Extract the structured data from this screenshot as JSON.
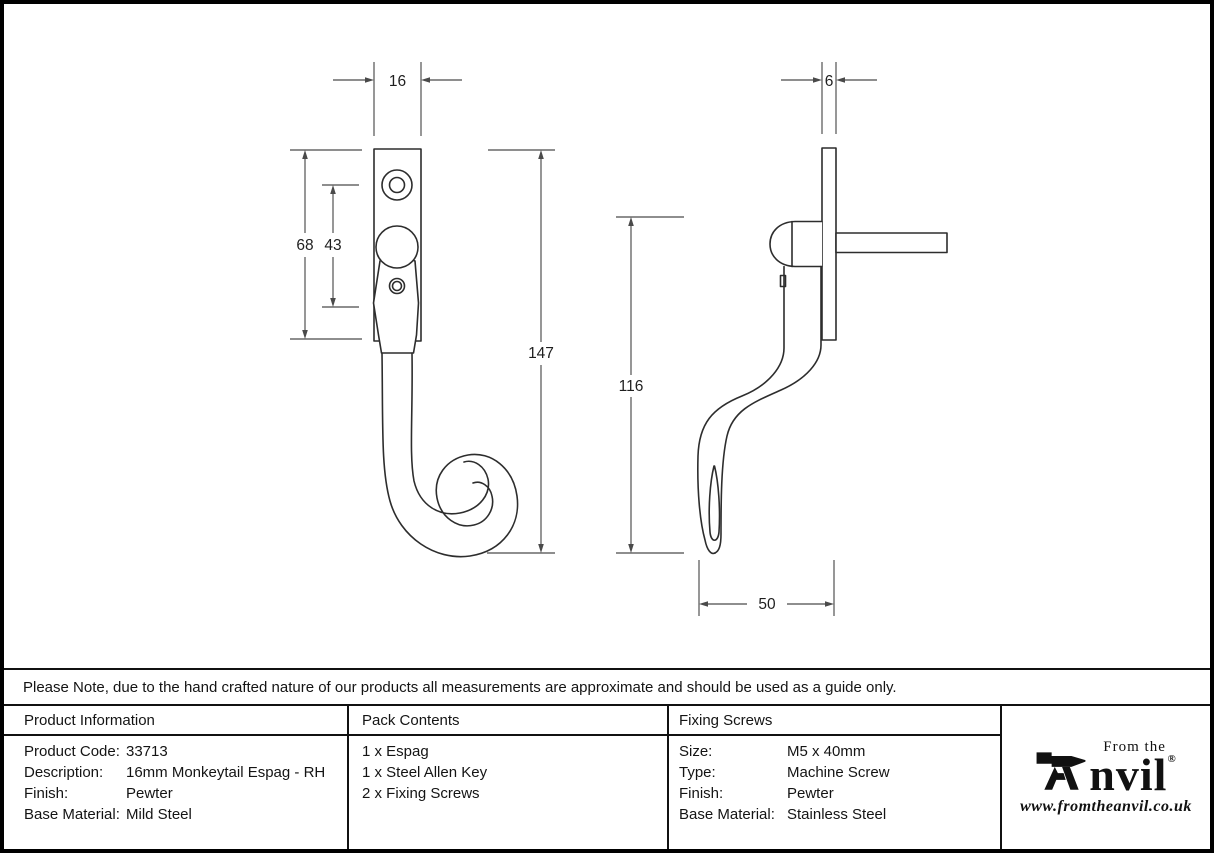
{
  "drawing": {
    "front_view": {
      "dimensions": {
        "plate_width": "16",
        "backplate_height": "68",
        "hole_spacing": "43",
        "overall_height": "147"
      }
    },
    "side_view": {
      "dimensions": {
        "plate_thickness": "6",
        "handle_drop": "116",
        "projection": "50"
      }
    }
  },
  "note": {
    "text": "Please Note, due to the hand crafted nature of our products all measurements are approximate and should be used as a guide only."
  },
  "table": {
    "product_information": {
      "header": "Product Information",
      "rows": [
        {
          "label": "Product Code:",
          "value": "33713"
        },
        {
          "label": "Description:",
          "value": "16mm Monkeytail Espag - RH"
        },
        {
          "label": "Finish:",
          "value": "Pewter"
        },
        {
          "label": "Base Material:",
          "value": "Mild Steel"
        }
      ]
    },
    "pack_contents": {
      "header": "Pack Contents",
      "items": [
        "1 x Espag",
        "1 x Steel Allen Key",
        "2 x Fixing Screws"
      ]
    },
    "fixing_screws": {
      "header": "Fixing Screws",
      "rows": [
        {
          "label": "Size:",
          "value": "M5 x 40mm"
        },
        {
          "label": "Type:",
          "value": "Machine Screw"
        },
        {
          "label": "Finish:",
          "value": "Pewter"
        },
        {
          "label": "Base Material:",
          "value": "Stainless Steel"
        }
      ]
    }
  },
  "logo": {
    "prefix": "From the",
    "name": "Anvil",
    "name_rest": "nvil",
    "registered": "®",
    "website": "www.fromtheanvil.co.uk"
  }
}
